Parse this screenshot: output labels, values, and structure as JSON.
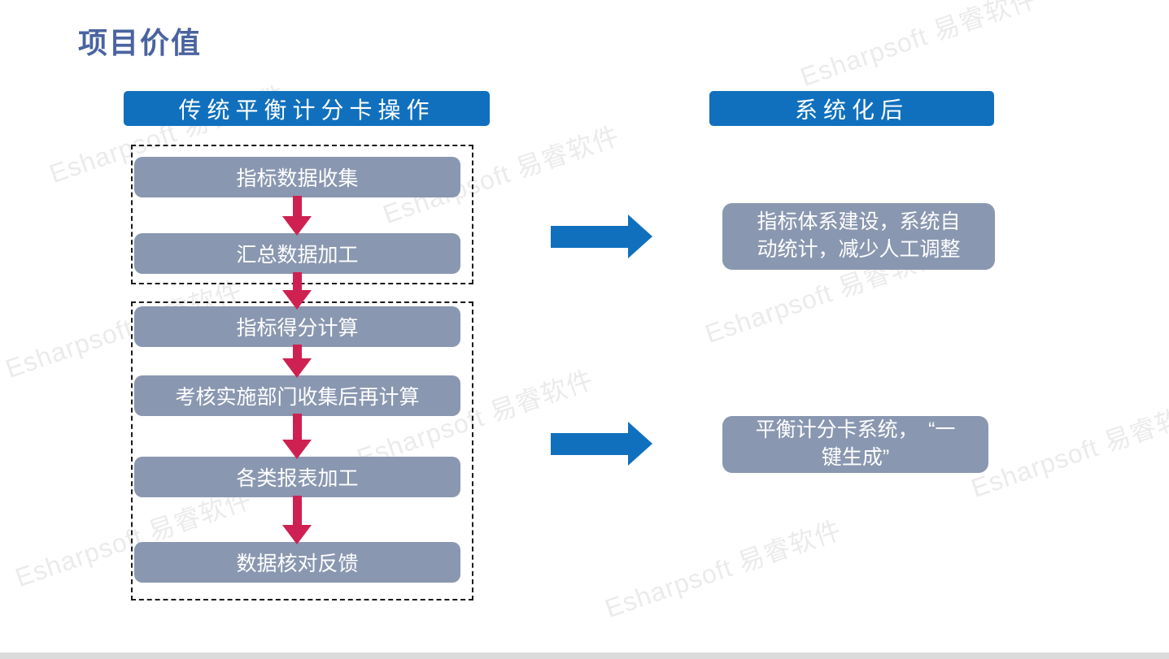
{
  "slide": {
    "title": "项目价值",
    "watermark_text": "Esharpsoft 易睿软件",
    "colors": {
      "header_blue": "#1070be",
      "box_gray_blue": "#8a97b0",
      "arrow_red": "#ce2151",
      "title_text": "#4a63a0",
      "watermark_gray": "#ebebeb"
    },
    "left_column": {
      "header": "传统平衡计分卡操作",
      "groups": [
        {
          "steps": [
            "指标数据收集",
            "汇总数据加工"
          ]
        },
        {
          "steps": [
            "指标得分计算",
            "考核实施部门收集后再计算",
            "各类报表加工",
            "数据核对反馈"
          ]
        }
      ]
    },
    "right_column": {
      "header": "系统化后",
      "results": [
        "指标体系建设，系统自\n动统计，减少人工调整",
        "平衡计分卡系统，　“一\n键生成”"
      ]
    }
  }
}
